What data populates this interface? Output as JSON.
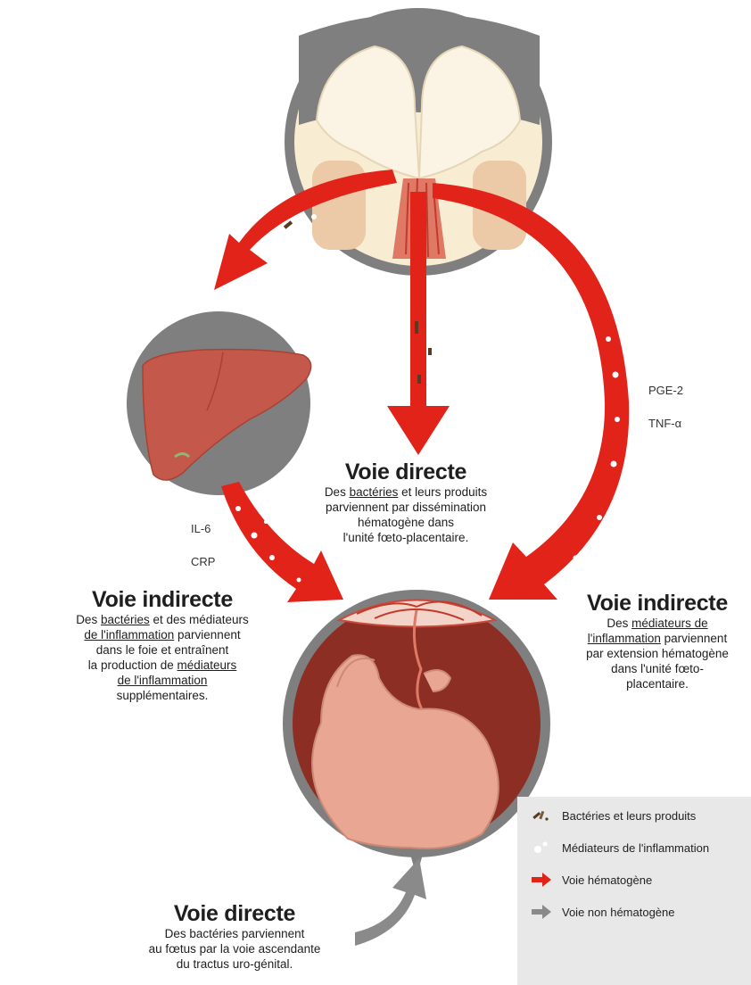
{
  "labels": {
    "pge2": "PGE-2",
    "tnf": "TNF-α",
    "il6": "IL-6",
    "crp": "CRP"
  },
  "center_block": {
    "title": "Voie directe",
    "lines": [
      {
        "pre": "Des ",
        "u": "bactéries",
        "post": " et leurs produits"
      },
      {
        "pre": "parviennent par dissémination",
        "u": "",
        "post": ""
      },
      {
        "pre": "hématogène dans",
        "u": "",
        "post": ""
      },
      {
        "pre": "l'unité fœto-placentaire.",
        "u": "",
        "post": ""
      }
    ]
  },
  "left_block": {
    "title": "Voie indirecte",
    "lines": [
      {
        "pre": "Des ",
        "u": "bactéries",
        "post": " et des médiateurs"
      },
      {
        "pre": "",
        "u": "de l'inflammation",
        "post": " parviennent"
      },
      {
        "pre": "dans le foie et entraînent",
        "u": "",
        "post": ""
      },
      {
        "pre": "la production de ",
        "u": "médiateurs",
        "post": ""
      },
      {
        "pre": "",
        "u": "de l'inflammation",
        "post": ""
      },
      {
        "pre": "supplémentaires.",
        "u": "",
        "post": ""
      }
    ]
  },
  "right_block": {
    "title": "Voie indirecte",
    "lines": [
      {
        "pre": "Des ",
        "u": "médiateurs de",
        "post": ""
      },
      {
        "pre": "",
        "u": "l'inflammation",
        "post": " parviennent"
      },
      {
        "pre": "par extension hématogène",
        "u": "",
        "post": ""
      },
      {
        "pre": "dans l'unité fœto-",
        "u": "",
        "post": ""
      },
      {
        "pre": "placentaire.",
        "u": "",
        "post": ""
      }
    ]
  },
  "bottom_block": {
    "title": "Voie directe",
    "lines": [
      {
        "pre": "Des bactéries parviennent",
        "u": "",
        "post": ""
      },
      {
        "pre": "au fœtus par la voie ascendante",
        "u": "",
        "post": ""
      },
      {
        "pre": "du tractus uro-génital.",
        "u": "",
        "post": ""
      }
    ]
  },
  "legend": {
    "items": [
      {
        "icon": "bacteria-icon",
        "text": "Bactéries et leurs produits"
      },
      {
        "icon": "mediator-dots-icon",
        "text": "Médiateurs de l'inflammation"
      },
      {
        "icon": "red-arrow-icon",
        "text": "Voie hématogène"
      },
      {
        "icon": "gray-arrow-icon",
        "text": "Voie non hématogène"
      }
    ]
  },
  "colors": {
    "arrow_red": "#e2231a",
    "ring_gray": "#7f7f7f",
    "liver": "#c4584a",
    "uterus": "#8c2e24",
    "fetus": "#e8a693",
    "joint_bg": "#f8ecd2",
    "legend_bg": "#e8e8e8"
  }
}
